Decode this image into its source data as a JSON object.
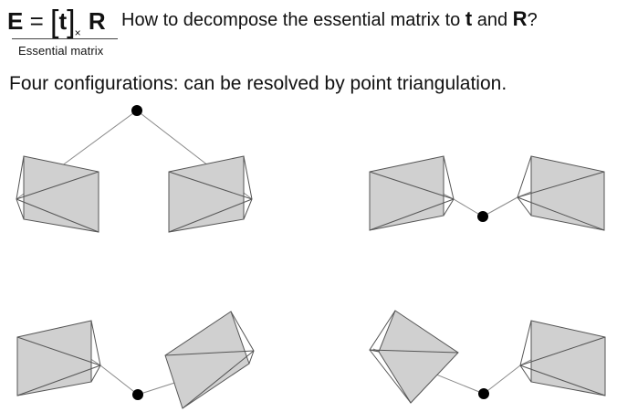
{
  "equation": {
    "lhs": "E",
    "equals": "=",
    "bracket_open": "[",
    "t": "t",
    "bracket_close": "]",
    "subscript": "×",
    "rhs": "R",
    "label": "Essential matrix"
  },
  "question": {
    "prefix": "How to decompose the essential matrix to ",
    "t": "t",
    "and": " and ",
    "R": "R",
    "suffix": "?"
  },
  "configurations_text": "Four configurations:  can be resolved by point triangulation.",
  "colors": {
    "camera_fill": "#d0d0d0",
    "camera_edge": "#555555",
    "ray": "#8a8a8a",
    "point": "#000000"
  }
}
